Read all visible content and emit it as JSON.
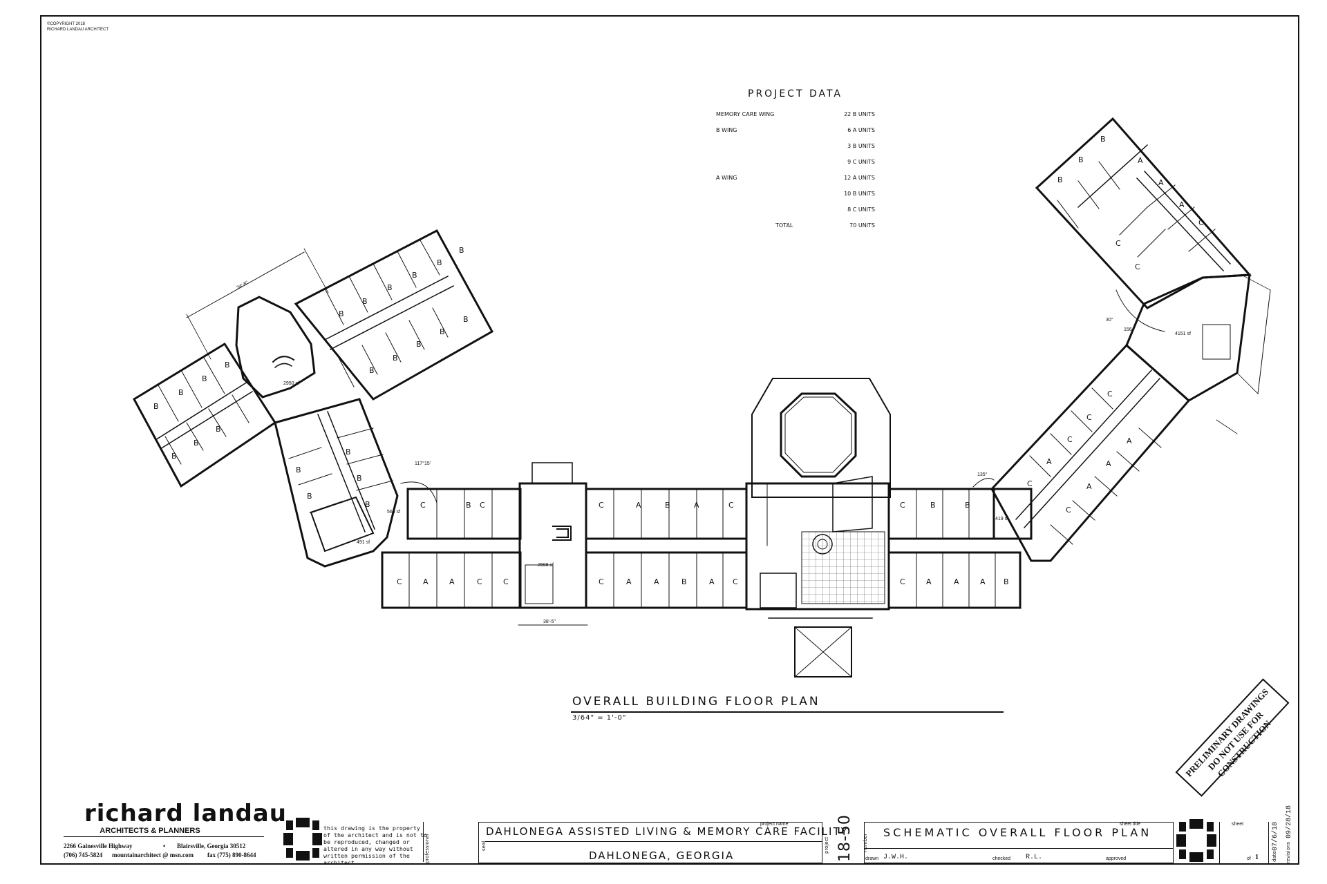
{
  "copyright": {
    "line1": "©COPYRIGHT 2018",
    "line2": "RICHARD LANDAU ARCHITECT"
  },
  "project_data": {
    "title": "PROJECT DATA",
    "rows": [
      {
        "label": "MEMORY CARE WING",
        "units": "22 B UNITS"
      },
      {
        "label": "B WING",
        "units": "6 A UNITS"
      },
      {
        "label": "",
        "units": "3 B UNITS"
      },
      {
        "label": "",
        "units": "9 C UNITS"
      },
      {
        "label": "A WING",
        "units": "12 A UNITS"
      },
      {
        "label": "",
        "units": "10 B UNITS"
      },
      {
        "label": "",
        "units": "8 C UNITS"
      },
      {
        "label": "TOTAL",
        "units": "70 UNITS"
      }
    ]
  },
  "plan": {
    "title": "OVERALL BUILDING FLOOR PLAN",
    "scale": "3/64\" = 1'-0\"",
    "labels": {
      "area_left_1": "566 sf",
      "area_left_2": "491 sf",
      "area_left_3": "2950 sf",
      "area_center": "2598 sf",
      "area_right_1": "419 sf",
      "area_right_2": "4151 sf",
      "dim_left": "34'-8\"",
      "dim_bottom": "38'-5\"",
      "angle_left": "117°15'",
      "angle_right": "135°",
      "angle_top": "30°",
      "num_156": "156"
    }
  },
  "stamp": {
    "line1": "PRELIMINARY DRAWINGS",
    "line2": "DO NOT USE FOR CONSTRUCTION"
  },
  "titleblock": {
    "logo": "richard landau",
    "firm": "ARCHITECTS & PLANNERS",
    "address": "2266 Gainesville Highway",
    "dot": "•",
    "city": "Blairsville, Georgia 30512",
    "phone": "(706) 745-5824",
    "email": "mountainarchitect @ msn.com",
    "fax": "fax (775) 890-8644",
    "notice": "this drawing is the property of the architect and is not to be reproduced, changed or altered in any way without written permission of the architect",
    "professional_label": "professional",
    "seal_label": "seal",
    "project_name_label": "project name",
    "project_name": "DAHLONEGA ASSISTED LIVING & MEMORY CARE FACILITY",
    "project_city": "DAHLONEGA, GEORGIA",
    "project_label": "project",
    "number_label": "number",
    "project_number": "18-50",
    "sheet_title_label": "sheet title",
    "sheet_title": "SCHEMATIC OVERALL FLOOR PLAN",
    "drawn_label": "drawn",
    "drawn_value": "J.W.H.",
    "checked_label": "checked",
    "checked_value": "R.L.",
    "approved_label": "approved",
    "sheet_label": "sheet",
    "of_label": "of",
    "of_value": "1",
    "date_label": "date",
    "date_value": "07/6/18",
    "revisions_label": "revisions",
    "revisions_value": "09/28/18"
  }
}
